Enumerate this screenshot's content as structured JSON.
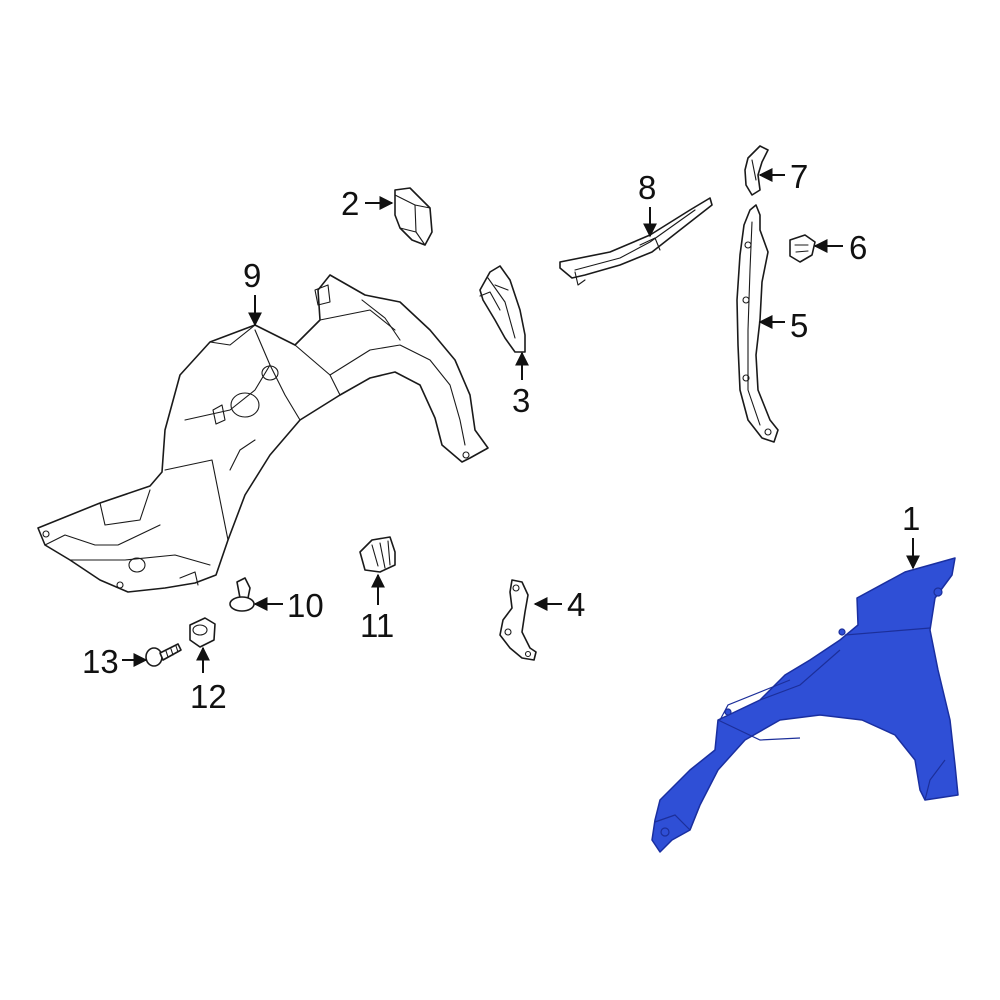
{
  "colors": {
    "highlight": "#2f4fd6",
    "highlight_dark": "#1c2f9a",
    "line": "#1a1a1a",
    "background": "#ffffff"
  },
  "callouts": {
    "c1": "1",
    "c2": "2",
    "c3": "3",
    "c4": "4",
    "c5": "5",
    "c6": "6",
    "c7": "7",
    "c8": "8",
    "c9": "9",
    "c10": "10",
    "c11": "11",
    "c12": "12",
    "c13": "13"
  }
}
